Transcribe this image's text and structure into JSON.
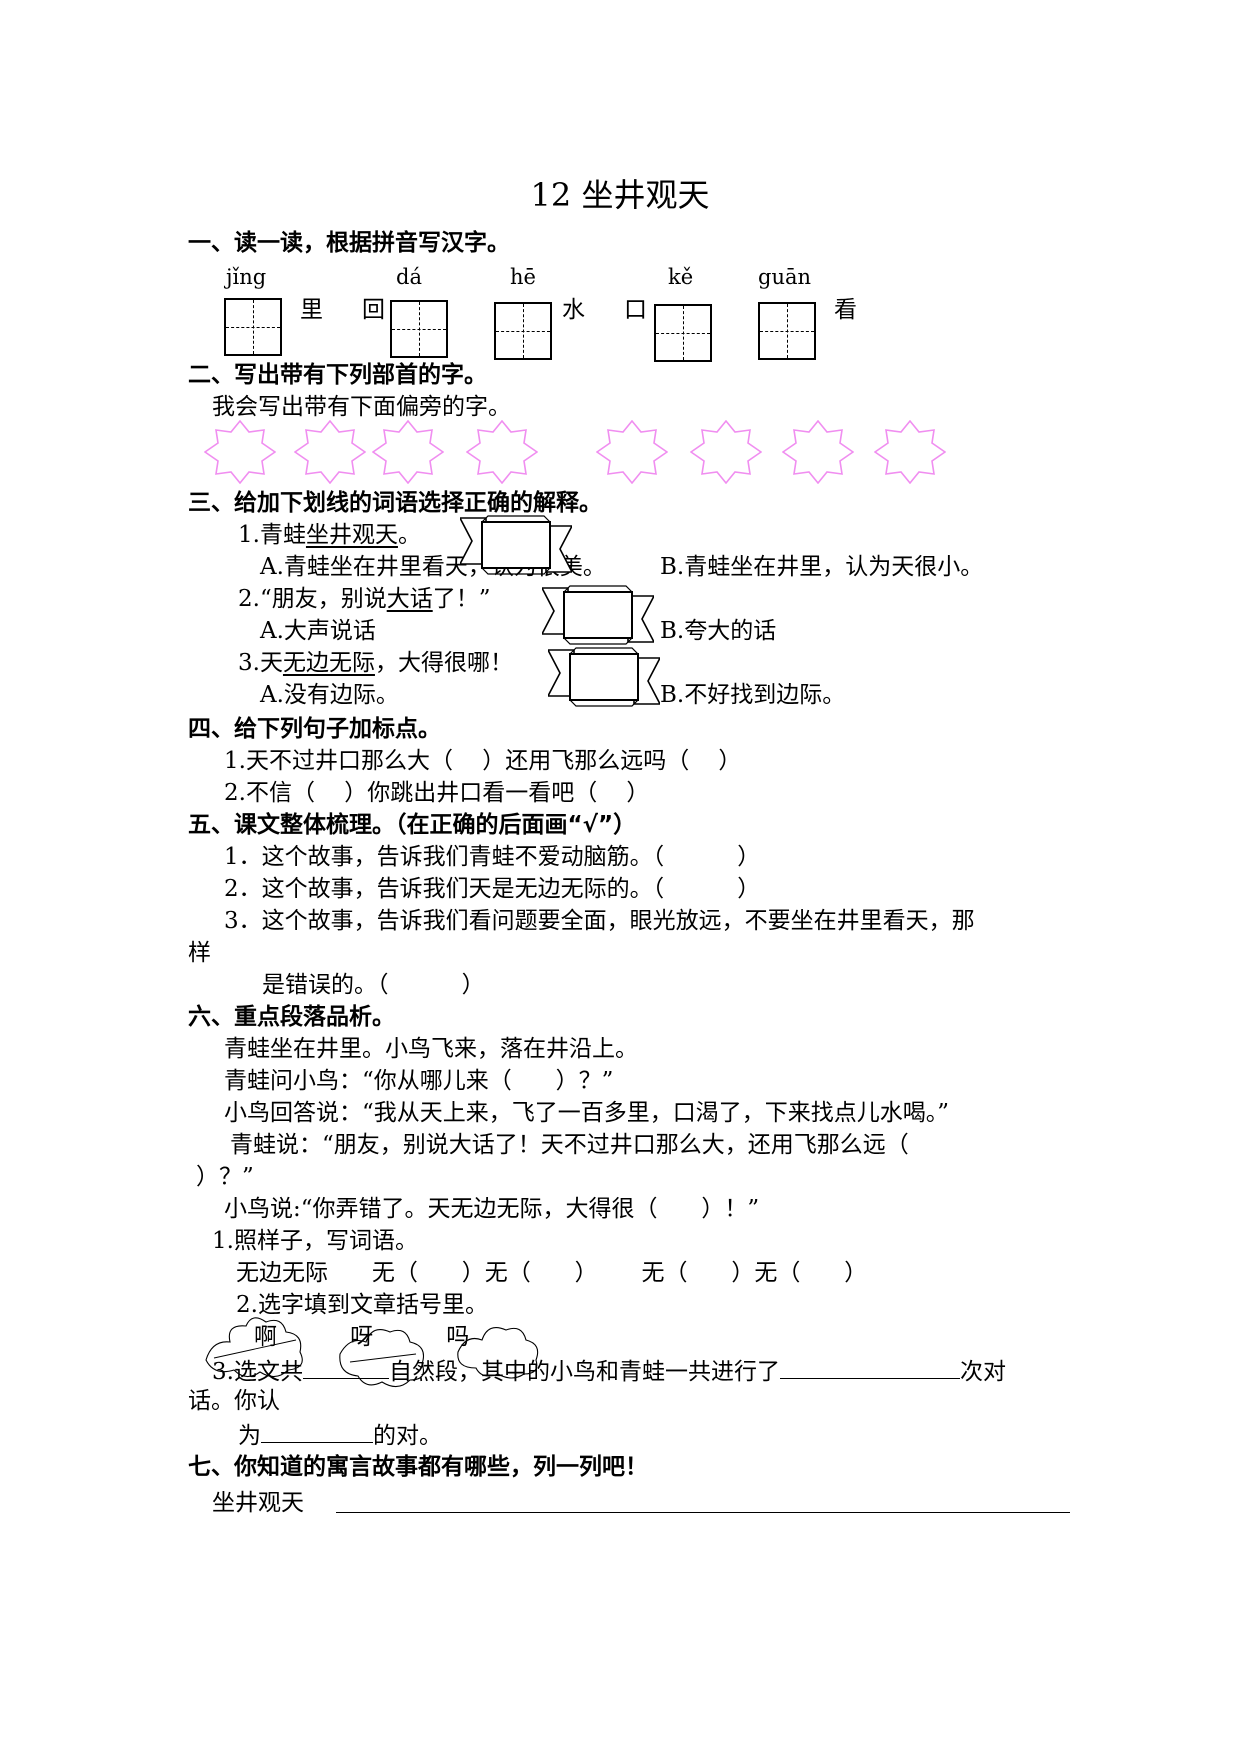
{
  "title": "12 坐井观天",
  "s1": {
    "heading": "一、读一读，根据拼音写汉字。",
    "pinyin": [
      "jǐng",
      "dá",
      "hē",
      "kě",
      "guān"
    ],
    "chars": [
      "里",
      "回",
      "水",
      "口",
      "看"
    ]
  },
  "s2": {
    "heading": "二、写出带有下列部首的字。",
    "line": "我会写出带有下面偏旁的字。"
  },
  "s3": {
    "heading": "三、给加下划线的词语选择正确的解释。",
    "q1_pre": "1.青蛙",
    "q1_u": "坐井观天",
    "q1_post": "。",
    "q1_a": "A.青蛙坐在井里看天，认为很美。",
    "q1_b": "B.青蛙坐在井里，认为天很小。",
    "q2_pre": "2.“朋友，别说",
    "q2_u": "大话",
    "q2_post": "了！”",
    "q2_a": "A.大声说话",
    "q2_b": "B.夸大的话",
    "q3_pre": "3.天",
    "q3_u": "无边无际",
    "q3_post": "，大得很哪！",
    "q3_a": "A.没有边际。",
    "q3_b": "B.不好找到边际。"
  },
  "s4": {
    "heading": "四、给下列句子加标点。",
    "l1": "1.天不过井口那么大（    ）还用飞那么远吗（    ）",
    "l2": "2.不信（    ）你跳出井口看一看吧（    ）"
  },
  "s5": {
    "heading": "五、课文整体梳理。（在正确的后面画“√”）",
    "l1": "1．这个故事，告诉我们青蛙不爱动脑筋。（          ）",
    "l2": "2．这个故事，告诉我们天是无边无际的。（          ）",
    "l3": "3．这个故事，告诉我们看问题要全面，眼光放远，不要坐在井里看天，那",
    "l3b": "样",
    "l4": "是错误的。（          ）"
  },
  "s6": {
    "heading": "六、重点段落品析。",
    "p1": "青蛙坐在井里。小鸟飞来，落在井沿上。",
    "p2": "青蛙问小鸟：“你从哪儿来（      ）？”",
    "p3": "小鸟回答说：“我从天上来，飞了一百多里，口渴了，下来找点儿水喝。”",
    "p4": "青蛙说：“朋友，别说大话了！天不过井口那么大，还用飞那么远（",
    "p4b": "）？”",
    "p5": "小鸟说:“你弄错了。天无边无际，大得很（      ）！”",
    "q1": "1.照样子，写词语。",
    "q1_line": "无边无际      无（      ）无（      ）      无（      ）无（      ）",
    "q2": "2.选字填到文章括号里。",
    "opts": "啊          呀          吗",
    "q3_a": "3.选文共",
    "q3_b": "自然段，其中的小鸟和青蛙一共进行了",
    "q3_c": "次对",
    "q3_d": "话。你认",
    "q3_e": "为",
    "q3_f": "的对。"
  },
  "s7": {
    "heading": "七、你知道的寓言故事都有哪些，列一列吧！",
    "first": "坐井观天"
  }
}
